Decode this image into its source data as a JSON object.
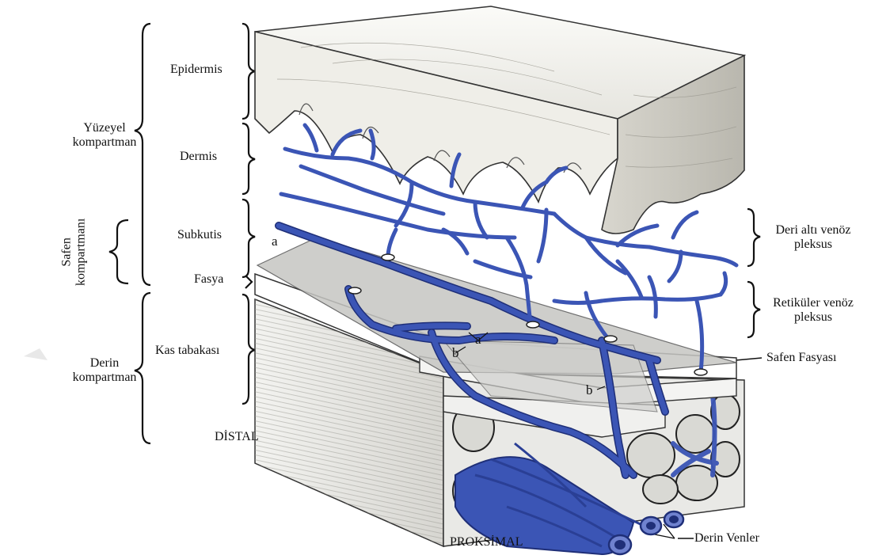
{
  "labels": {
    "epidermis": "Epidermis",
    "dermis": "Dermis",
    "subkutis": "Subkutis",
    "fasya": "Fasya",
    "kas_tabakasi": "Kas tabakası",
    "yuzeyel_1": "Yüzeyel",
    "yuzeyel_2": "kompartman",
    "safen_1": "Safen",
    "safen_2": "kompartmanı",
    "derin_1": "Derin",
    "derin_2": "kompartman",
    "deri_alti_1": "Deri altı venöz",
    "deri_alti_2": "pleksus",
    "retikuler_1": "Retiküler venöz",
    "retikuler_2": "pleksus",
    "safen_fasyasi": "Safen Fasyası",
    "distal": "DİSTAL",
    "proksimal": "PROKSİMAL",
    "derin_venler": "Derin Venler",
    "marker_a": "a",
    "marker_b": "b"
  },
  "colors": {
    "vein": "#3b55b5",
    "vein_dark": "#1f2f78",
    "fascia": "#c9c9c9",
    "skin": "#f2f1ec",
    "ink": "#222222"
  }
}
